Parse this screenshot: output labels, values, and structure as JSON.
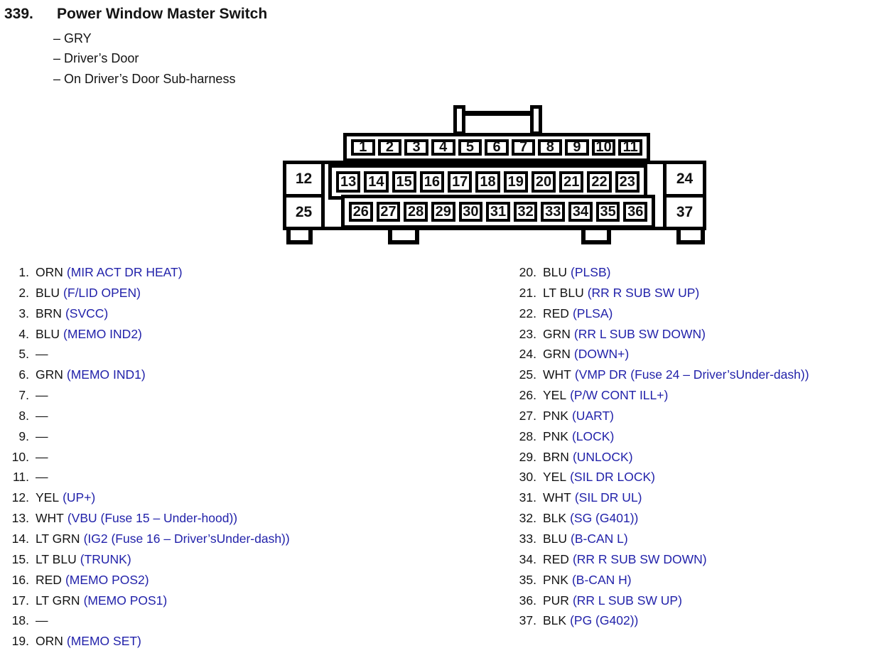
{
  "header": {
    "number": "339.",
    "title": "Power Window Master Switch",
    "attributes": [
      "– GRY",
      "– Driver’s Door",
      "– On Driver’s Door Sub-harness"
    ]
  },
  "colors": {
    "signal_blue": "#2222aa",
    "text_black": "#141414",
    "line_black": "#000000"
  },
  "connector": {
    "top_row": [
      "1",
      "2",
      "3",
      "4",
      "5",
      "6",
      "7",
      "8",
      "9",
      "10",
      "11"
    ],
    "middle_row": [
      "13",
      "14",
      "15",
      "16",
      "17",
      "18",
      "19",
      "20",
      "21",
      "22",
      "23"
    ],
    "bottom_row": [
      "26",
      "27",
      "28",
      "29",
      "30",
      "31",
      "32",
      "33",
      "34",
      "35",
      "36"
    ],
    "left_top": "12",
    "left_bottom": "25",
    "right_top": "24",
    "right_bottom": "37"
  },
  "pins": {
    "left": [
      {
        "num": "1.",
        "color": "ORN",
        "signal": "(MIR ACT DR HEAT)"
      },
      {
        "num": "2.",
        "color": "BLU",
        "signal": "(F/LID OPEN)"
      },
      {
        "num": "3.",
        "color": "BRN",
        "signal": "(SVCC)"
      },
      {
        "num": "4.",
        "color": "BLU",
        "signal": "(MEMO IND2)"
      },
      {
        "num": "5.",
        "color": "—",
        "signal": ""
      },
      {
        "num": "6.",
        "color": "GRN",
        "signal": "(MEMO IND1)"
      },
      {
        "num": "7.",
        "color": "—",
        "signal": ""
      },
      {
        "num": "8.",
        "color": "—",
        "signal": ""
      },
      {
        "num": "9.",
        "color": "—",
        "signal": ""
      },
      {
        "num": "10.",
        "color": "—",
        "signal": ""
      },
      {
        "num": "11.",
        "color": "—",
        "signal": ""
      },
      {
        "num": "12.",
        "color": "YEL",
        "signal": "(UP+)"
      },
      {
        "num": "13.",
        "color": "WHT",
        "signal": "(VBU (Fuse 15 – Under-hood))"
      },
      {
        "num": "14.",
        "color": "LT GRN",
        "signal": "(IG2 (Fuse 16 – Driver’sUnder-dash))"
      },
      {
        "num": "15.",
        "color": "LT BLU",
        "signal": "(TRUNK)"
      },
      {
        "num": "16.",
        "color": "RED",
        "signal": "(MEMO POS2)"
      },
      {
        "num": "17.",
        "color": "LT GRN",
        "signal": "(MEMO POS1)"
      },
      {
        "num": "18.",
        "color": "—",
        "signal": ""
      },
      {
        "num": "19.",
        "color": "ORN",
        "signal": "(MEMO SET)"
      }
    ],
    "right": [
      {
        "num": "20.",
        "color": "BLU",
        "signal": "(PLSB)"
      },
      {
        "num": "21.",
        "color": "LT BLU",
        "signal": "(RR R SUB SW UP)"
      },
      {
        "num": "22.",
        "color": "RED",
        "signal": "(PLSA)"
      },
      {
        "num": "23.",
        "color": "GRN",
        "signal": "(RR L SUB SW DOWN)"
      },
      {
        "num": "24.",
        "color": "GRN",
        "signal": "(DOWN+)"
      },
      {
        "num": "25.",
        "color": "WHT",
        "signal": "(VMP DR (Fuse 24 – Driver’sUnder-dash))"
      },
      {
        "num": "26.",
        "color": "YEL",
        "signal": "(P/W CONT ILL+)"
      },
      {
        "num": "27.",
        "color": "PNK",
        "signal": "(UART)"
      },
      {
        "num": "28.",
        "color": "PNK",
        "signal": "(LOCK)"
      },
      {
        "num": "29.",
        "color": "BRN",
        "signal": "(UNLOCK)"
      },
      {
        "num": "30.",
        "color": "YEL",
        "signal": "(SIL DR LOCK)"
      },
      {
        "num": "31.",
        "color": "WHT",
        "signal": "(SIL DR UL)"
      },
      {
        "num": "32.",
        "color": "BLK",
        "signal": "(SG (G401))"
      },
      {
        "num": "33.",
        "color": "BLU",
        "signal": "(B-CAN L)"
      },
      {
        "num": "34.",
        "color": "RED",
        "signal": "(RR R SUB SW DOWN)"
      },
      {
        "num": "35.",
        "color": "PNK",
        "signal": "(B-CAN H)"
      },
      {
        "num": "36.",
        "color": "PUR",
        "signal": "(RR L SUB SW UP)"
      },
      {
        "num": "37.",
        "color": "BLK",
        "signal": "(PG (G402))"
      }
    ]
  }
}
